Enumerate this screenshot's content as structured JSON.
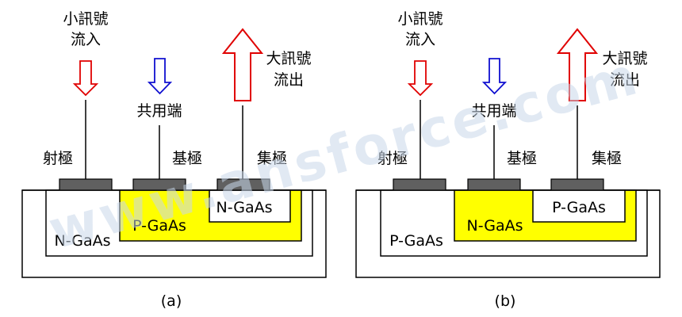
{
  "watermark": "www.ansforce.com",
  "colors": {
    "input_arrow": "#e00000",
    "common_arrow": "#1010d0",
    "output_arrow": "#e00000",
    "base_fill": "#ffff00",
    "contact_fill": "#606060",
    "outline": "#000000"
  },
  "panels": [
    {
      "caption": "(a)",
      "input_label": [
        "小訊號",
        "流入"
      ],
      "common_label": "共用端",
      "output_label": [
        "大訊號",
        "流出"
      ],
      "emitter_label": "射極",
      "base_label": "基極",
      "collector_label": "集極",
      "emitter_layer": "N-GaAs",
      "base_layer": "P-GaAs",
      "collector_layer": "N-GaAs"
    },
    {
      "caption": "(b)",
      "input_label": [
        "小訊號",
        "流入"
      ],
      "common_label": "共用端",
      "output_label": [
        "大訊號",
        "流出"
      ],
      "emitter_label": "射極",
      "base_label": "基極",
      "collector_label": "集極",
      "emitter_layer": "P-GaAs",
      "base_layer": "N-GaAs",
      "collector_layer": "P-GaAs"
    }
  ]
}
